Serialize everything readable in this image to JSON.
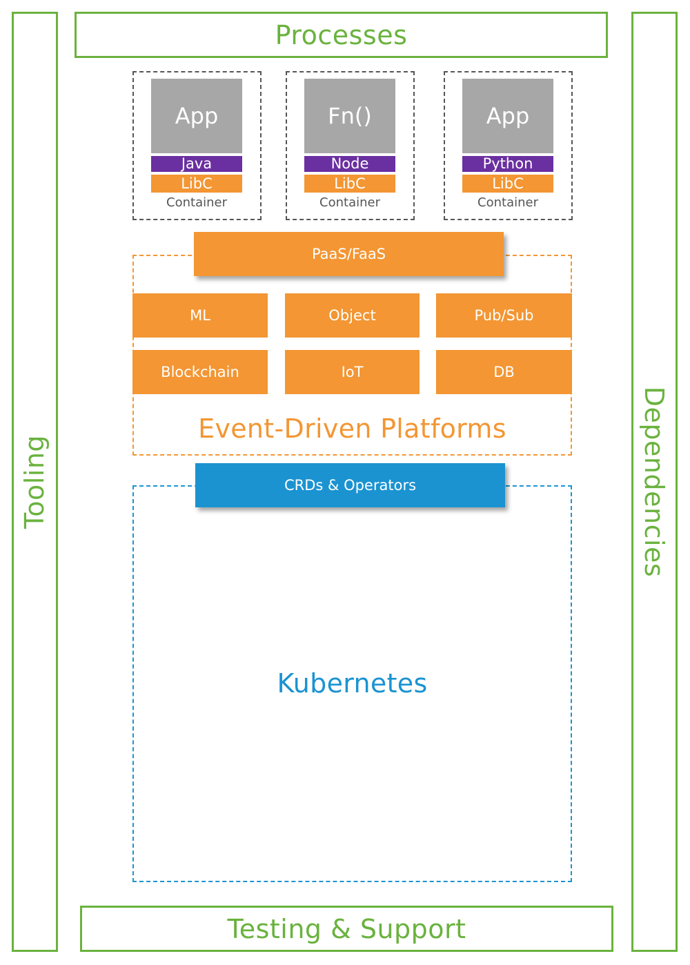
{
  "frame": {
    "top": "Processes",
    "bottom": "Testing & Support",
    "left": "Tooling",
    "right": "Dependencies"
  },
  "containers": [
    {
      "app": "App",
      "runtime": "Java",
      "libc": "LibC",
      "label": "Container"
    },
    {
      "app": "Fn()",
      "runtime": "Node",
      "libc": "LibC",
      "label": "Container"
    },
    {
      "app": "App",
      "runtime": "Python",
      "libc": "LibC",
      "label": "Container"
    }
  ],
  "platforms": {
    "top_bar": "PaaS/FaaS",
    "services": [
      "ML",
      "Object",
      "Pub/Sub",
      "Blockchain",
      "IoT",
      "DB"
    ],
    "label": "Event-Driven Platforms"
  },
  "kubernetes": {
    "top_bar": "CRDs & Operators",
    "label": "Kubernetes"
  },
  "colors": {
    "green": "#6ab23e",
    "orange": "#f39633",
    "blue": "#1b93d1",
    "purple": "#6a2fa0",
    "gray": "#a7a7a7",
    "dash_gray": "#555555"
  }
}
